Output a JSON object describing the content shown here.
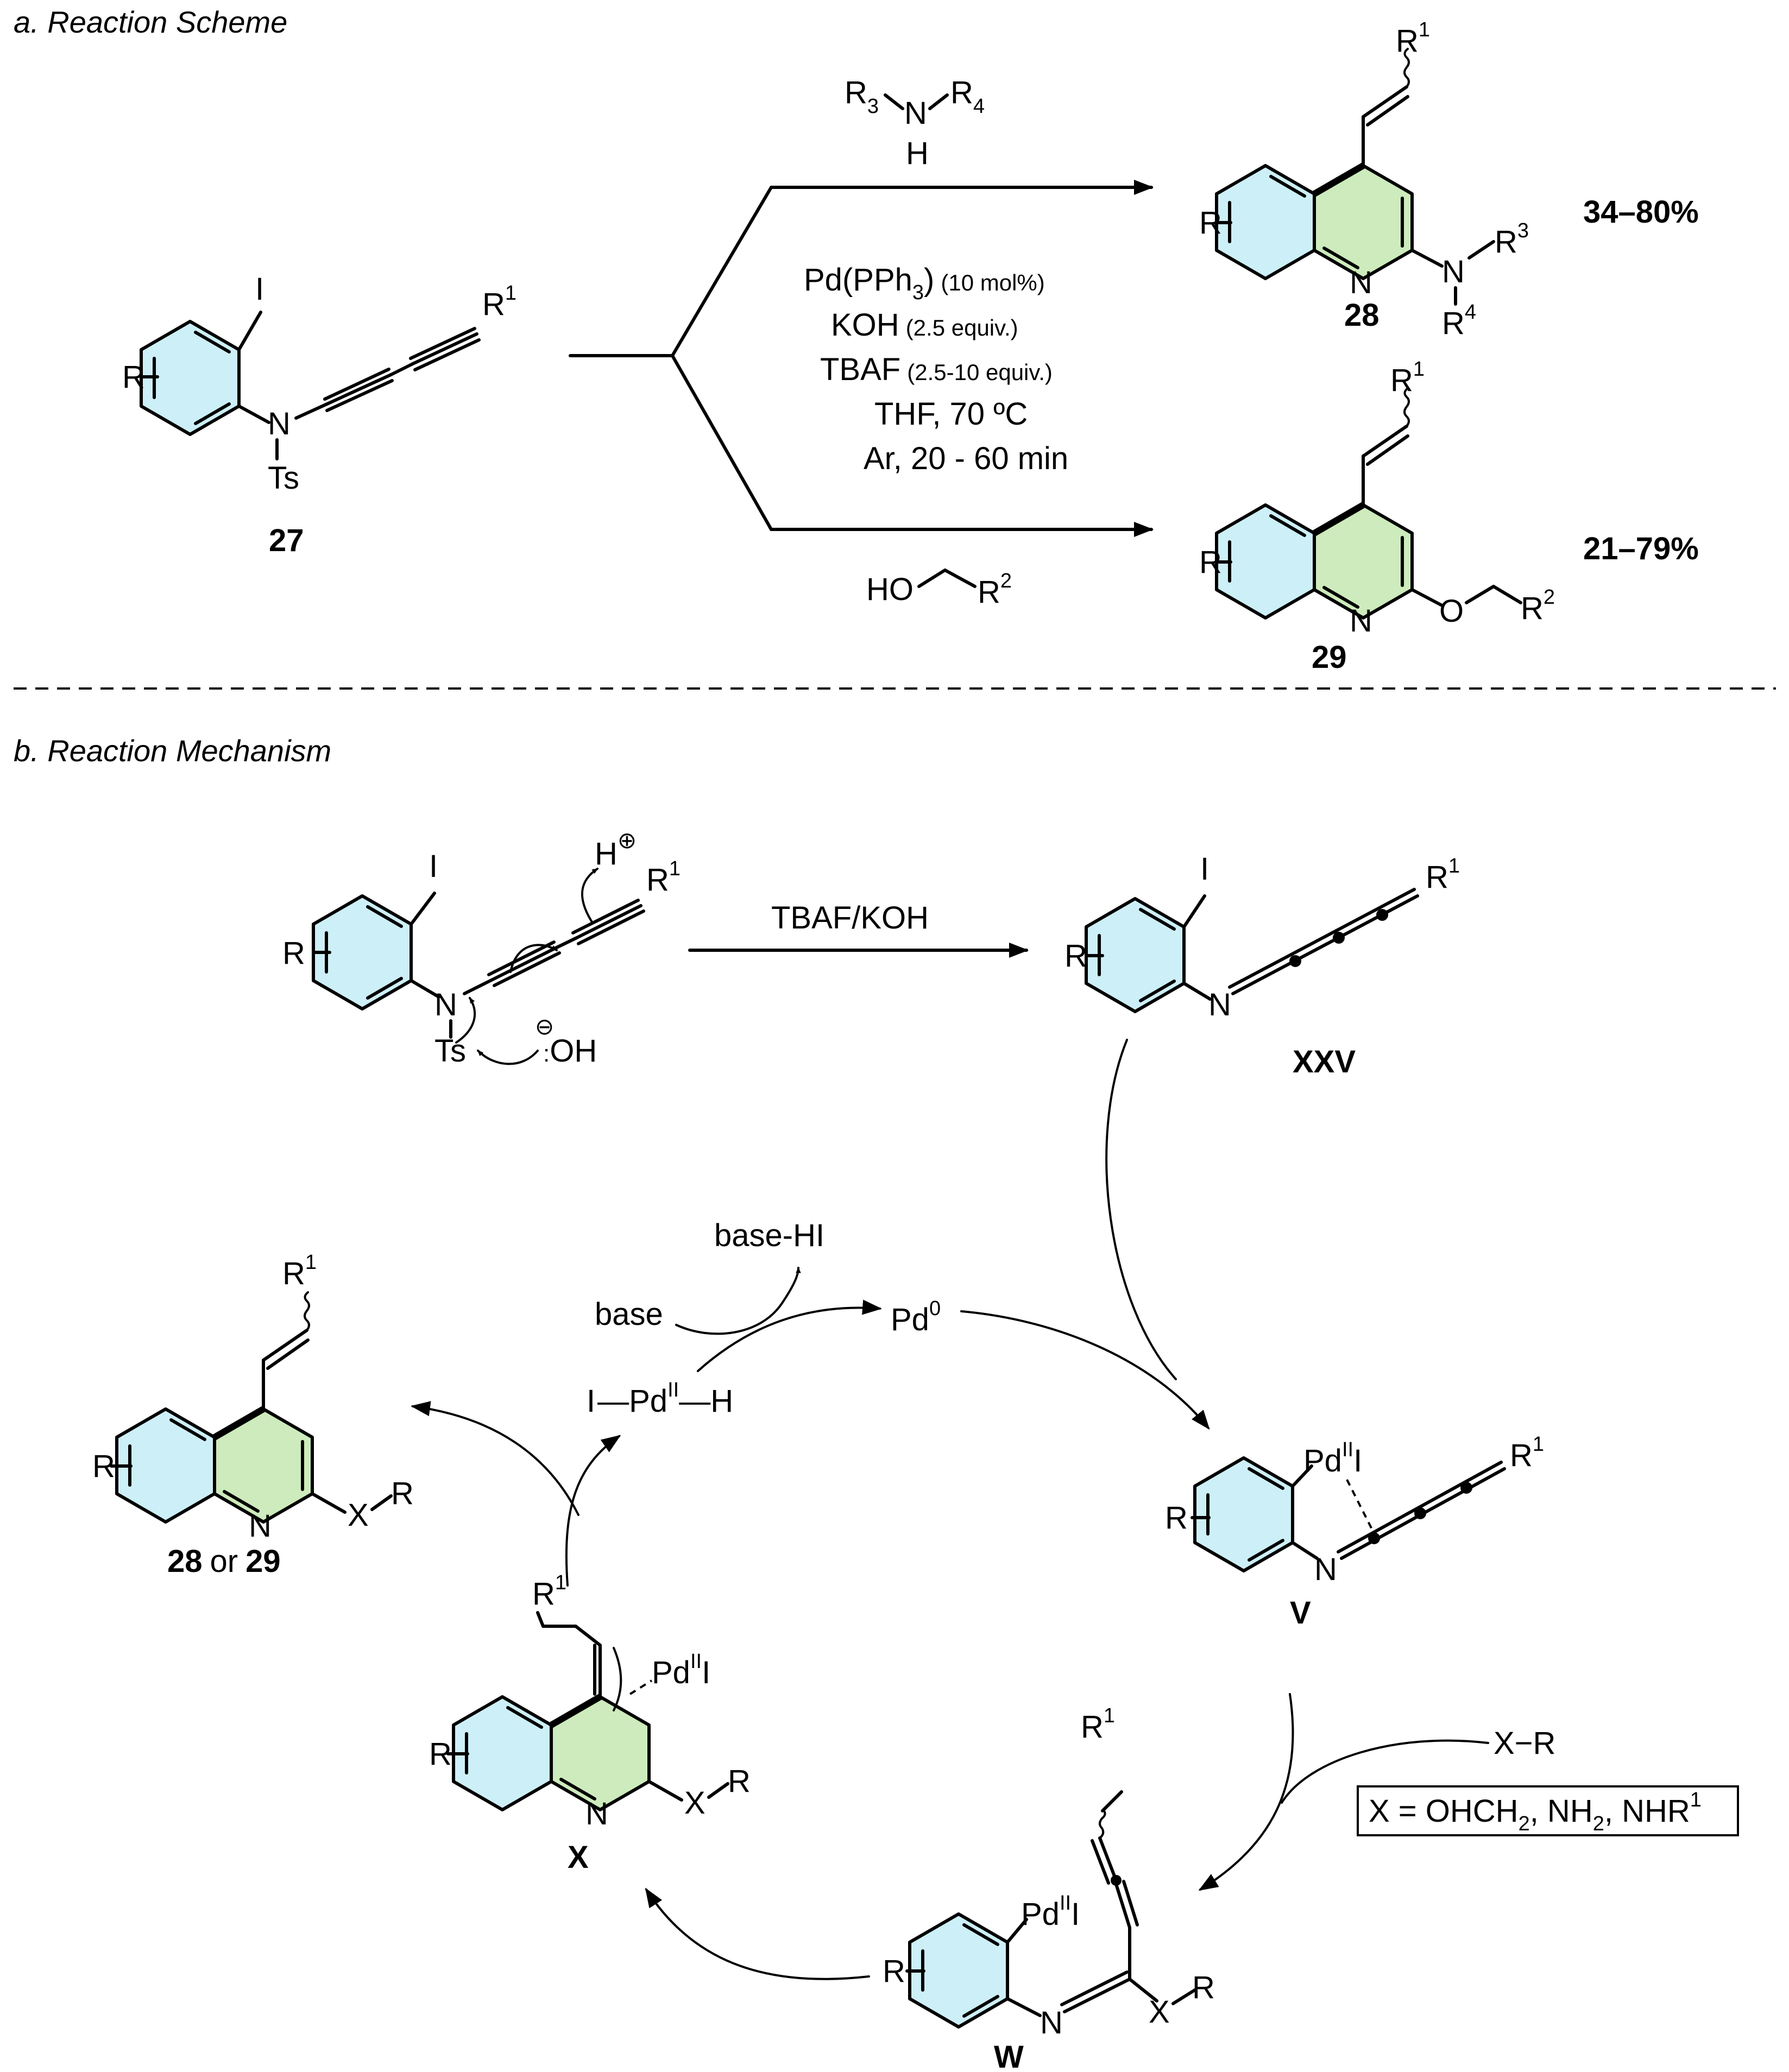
{
  "panels": {
    "a_title": "a. Reaction Scheme",
    "b_title": "b. Reaction Mechanism"
  },
  "part_a": {
    "amine_reagent": {
      "r3": "R",
      "r3_sub": "3",
      "n": "N",
      "r4": "R",
      "r4_sub": "4",
      "h": "H"
    },
    "alcohol_reagent": {
      "ho": "HO",
      "r2": "R",
      "r2_sup": "2"
    },
    "conditions": {
      "line1_main": "Pd(PPh",
      "line1_sub": "3",
      "line1_close": ")",
      "line1_note": "(10 mol%)",
      "line2_main": "KOH",
      "line2_note": "(2.5 equiv.)",
      "line3_main": "TBAF",
      "line3_note": "(2.5-10 equiv.)",
      "line4": "THF, 70 ºC",
      "line5": "Ar, 20 - 60 min"
    },
    "compound_27": {
      "label": "27",
      "r": "R",
      "i": "I",
      "n": "N",
      "ts": "Ts",
      "r1": "R",
      "r1_sup": "1"
    },
    "compound_28": {
      "label": "28",
      "r": "R",
      "n_ring": "N",
      "n": "N",
      "r3": "R",
      "r3_sup": "3",
      "r4": "R",
      "r4_sup": "4",
      "r1": "R",
      "r1_sup": "1",
      "yield": "34–80%"
    },
    "compound_29": {
      "label": "29",
      "r": "R",
      "n_ring": "N",
      "o": "O",
      "r2": "R",
      "r2_sup": "2",
      "r1": "R",
      "r1_sup": "1",
      "yield": "21–79%"
    }
  },
  "part_b": {
    "start": {
      "r": "R",
      "i": "I",
      "n": "N",
      "ts": "Ts",
      "h": "H",
      "h_charge": "⊕",
      "oh": "OH",
      "oh_charge": "⊖",
      "r1": "R",
      "r1_sup": "1"
    },
    "step_reagent": "TBAF/KOH",
    "xxv": {
      "label": "XXV",
      "r": "R",
      "i": "I",
      "n": "N",
      "r1": "R",
      "r1_sup": "1"
    },
    "v": {
      "label": "V",
      "r": "R",
      "pd": "Pd",
      "pd_ox": "II",
      "pd_i": "I",
      "n": "N",
      "r1": "R",
      "r1_sup": "1"
    },
    "w": {
      "label": "W",
      "r": "R",
      "pd": "Pd",
      "pd_ox": "II",
      "pd_i": "I",
      "n": "N",
      "x": "X",
      "xr": "R",
      "r1": "R",
      "r1_sup": "1"
    },
    "x_int": {
      "label": "X",
      "r": "R",
      "n": "N",
      "x": "X",
      "xr": "R",
      "pd": "Pd",
      "pd_ox": "II",
      "pd_i": "I",
      "r1": "R",
      "r1_sup": "1"
    },
    "product": {
      "label_28": "28",
      "label_or": "or",
      "label_29": "29",
      "r": "R",
      "n": "N",
      "x": "X",
      "xr": "R",
      "r1": "R",
      "r1_sup": "1"
    },
    "pd0": {
      "pd": "Pd",
      "ox": "0"
    },
    "hydride": {
      "i": "I",
      "pd": "Pd",
      "ox": "II",
      "h": "H"
    },
    "base": "base",
    "base_hi": "base-HI",
    "nucleophile": "X−R",
    "x_box": {
      "prefix": "X = OHCH",
      "sub1": "2",
      "mid": ", NH",
      "sub2": "2",
      "mid2": ", NHR",
      "sup": "1"
    }
  }
}
